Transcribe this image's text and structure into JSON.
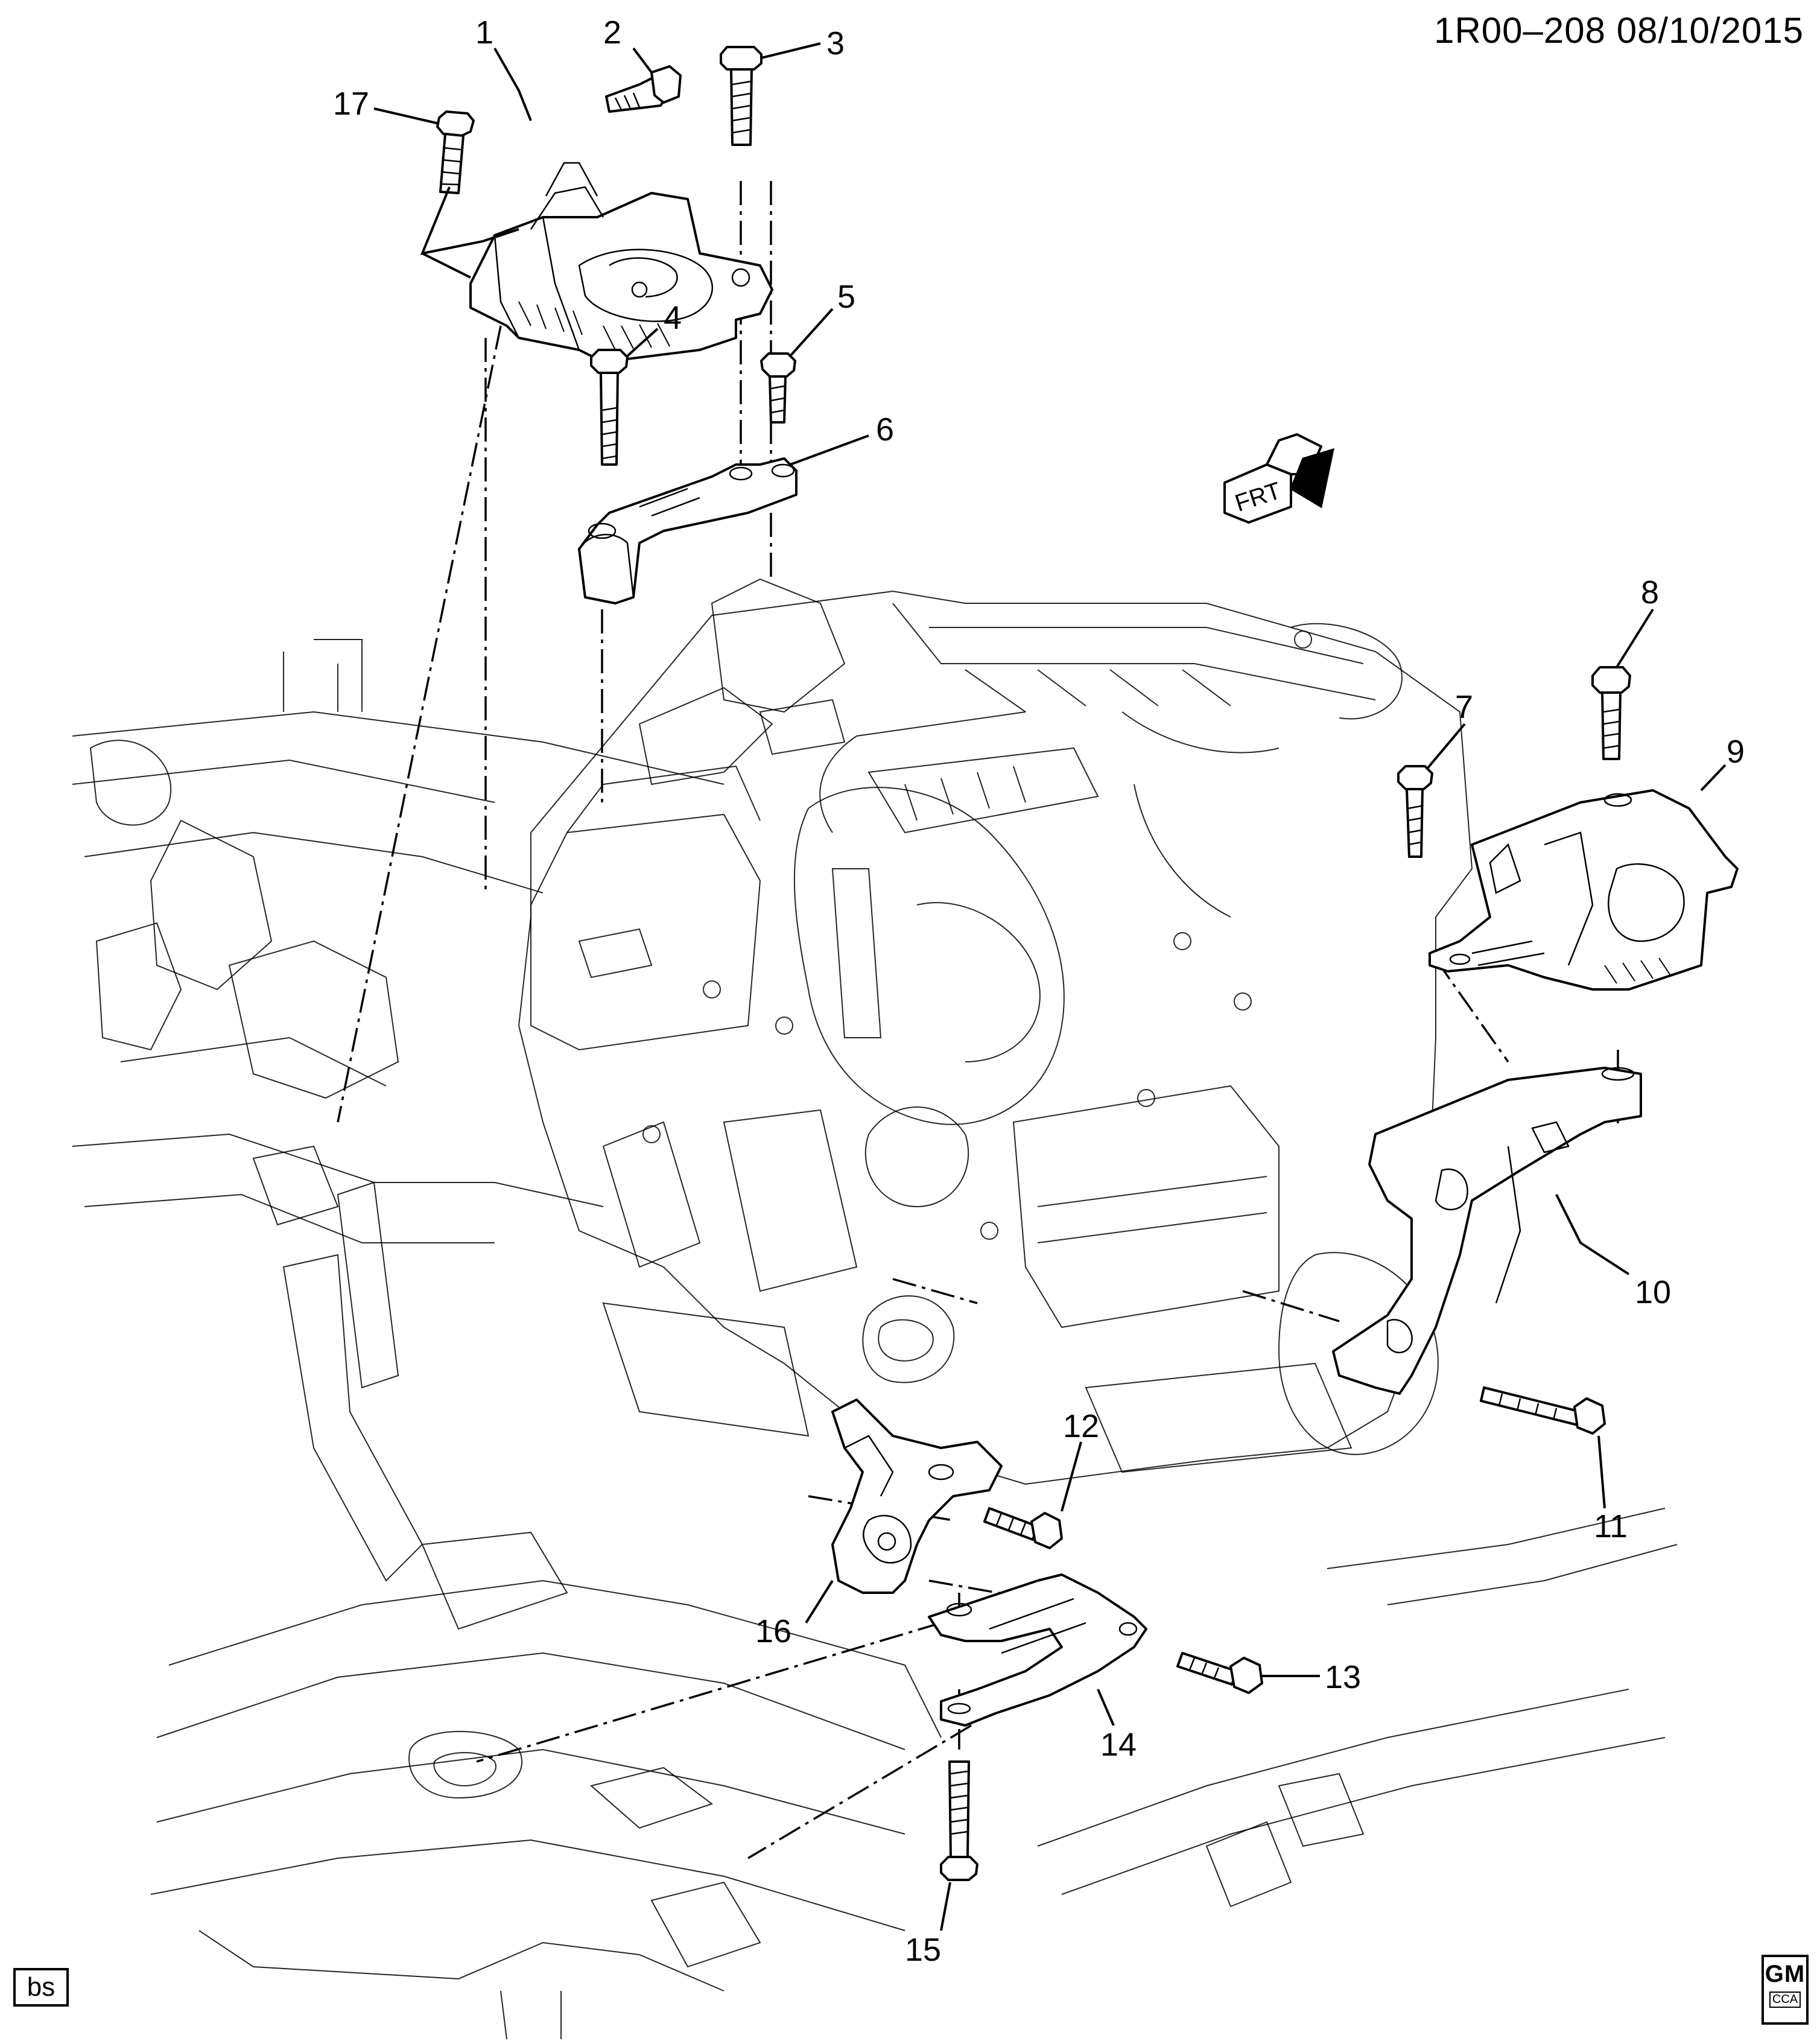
{
  "header": {
    "code": "1R00–208  08/10/2015"
  },
  "badge": {
    "label": "bs"
  },
  "logo": {
    "main": "GM",
    "sub": "CCA"
  },
  "direction_marker": {
    "label": "FRT",
    "icon": "front-direction-arrow-icon"
  },
  "callouts": [
    "1",
    "2",
    "3",
    "4",
    "5",
    "6",
    "7",
    "8",
    "9",
    "10",
    "11",
    "12",
    "13",
    "14",
    "15",
    "16",
    "17"
  ]
}
